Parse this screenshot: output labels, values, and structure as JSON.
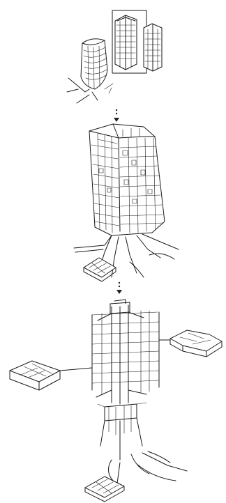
{
  "figure": {
    "background": "#ffffff",
    "ink": "#1a1a1a",
    "stages": [
      {
        "name": "tower-group"
      },
      {
        "name": "single-tower"
      },
      {
        "name": "exploded-structure"
      }
    ]
  }
}
